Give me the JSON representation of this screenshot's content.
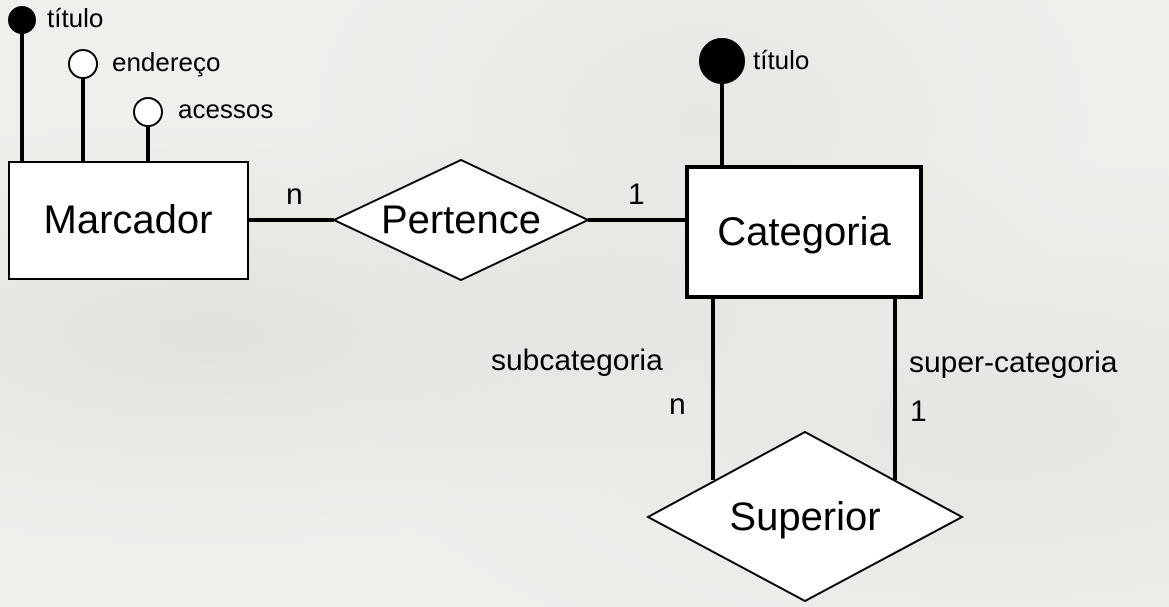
{
  "entities": {
    "marcador": "Marcador",
    "categoria": "Categoria"
  },
  "relationships": {
    "pertence": "Pertence",
    "superior": "Superior"
  },
  "attributes": {
    "marcador": [
      {
        "label": "título",
        "key": true
      },
      {
        "label": "endereço",
        "key": false
      },
      {
        "label": "acessos",
        "key": false
      }
    ],
    "categoria": [
      {
        "label": "título",
        "key": true
      }
    ]
  },
  "cardinalities": {
    "marcador_pertence": "n",
    "categoria_pertence": "1",
    "subcategoria": "n",
    "supercategoria": "1"
  },
  "roles": {
    "subcategoria": "subcategoria",
    "supercategoria": "super-categoria"
  }
}
